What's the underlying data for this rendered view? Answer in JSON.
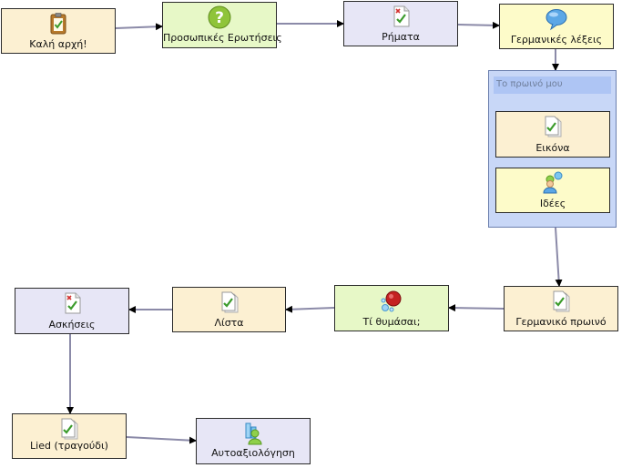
{
  "nodes": {
    "kali_arxi": "Καλή αρχή!",
    "prosopikes": "Προσωπικές Ερωτήσεις",
    "rimata": "Ρήματα",
    "germanikes_lexeis": "Γερμανικές λέξεις",
    "eikona": "Εικόνα",
    "idees": "Ιδέες",
    "germaniko_proino": "Γερμανικό πρωινό",
    "ti_thymasai": "Τί θυμάσαι;",
    "lista": "Λίστα",
    "askiseis": "Ασκήσεις",
    "lied": "Lied (τραγούδι)",
    "autoaxiologisi": "Αυτοαξιολόγηση"
  },
  "group": {
    "title": "Το πρωινό μου"
  },
  "icons": {
    "kali_arxi": "clipboard-icon",
    "prosopikes": "question-icon",
    "rimata": "document-check-icon",
    "germanikes_lexeis": "speech-bubble-icon",
    "eikona": "document-icon",
    "idees": "people-icon",
    "germaniko_proino": "document-icon",
    "ti_thymasai": "bubbles-icon",
    "lista": "document-icon",
    "askiseis": "document-check-icon",
    "lied": "document-icon",
    "autoaxiologisi": "person-chart-icon"
  },
  "colors": {
    "peach": "#fcf0d2",
    "green": "#e7f8c7",
    "lavender": "#e7e6f6",
    "yellow": "#fdfbc9",
    "group": "#c8d7f7",
    "edge": "#8b8aa8"
  }
}
